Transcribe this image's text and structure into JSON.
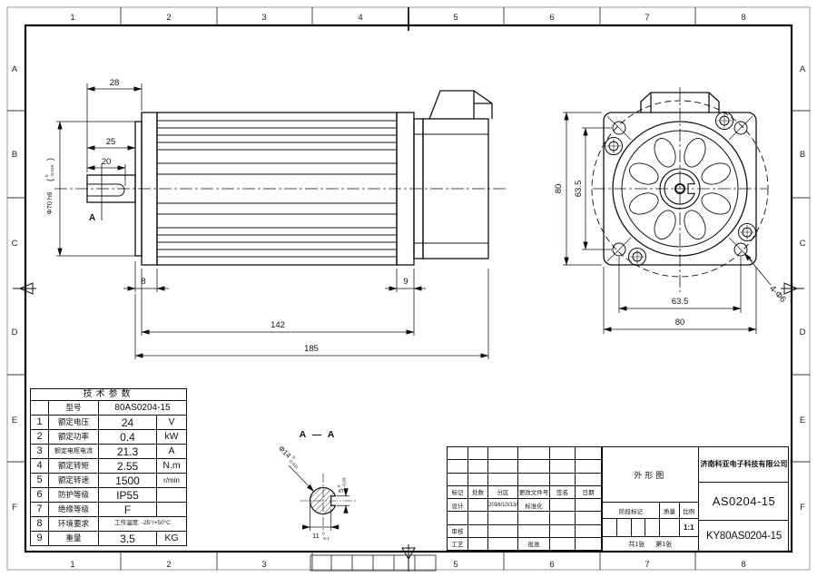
{
  "frame": {
    "zones_top": [
      "1",
      "2",
      "3",
      "4",
      "5",
      "6",
      "7",
      "8"
    ],
    "zones_bottom": [
      "1",
      "2",
      "3",
      "5",
      "6",
      "7",
      "8"
    ],
    "zones_left": [
      "A",
      "B",
      "C",
      "D",
      "E",
      "F"
    ],
    "zones_right": [
      "A",
      "B",
      "C",
      "D",
      "E",
      "F"
    ]
  },
  "dims": {
    "len28": "28",
    "len25": "25",
    "len20": "20",
    "dia70": "Φ70 h6",
    "paren_l": "(",
    "paren_r": ")",
    "dia70_u": "0",
    "dia70_l": "-0.019",
    "len8": "8",
    "len9": "9",
    "len142": "142",
    "len185": "185",
    "fv_v80": "80",
    "fv_v635": "63.5",
    "fv_h635": "63.5",
    "fv_h80": "80",
    "holes": "4-Φ6",
    "section_mark": "A",
    "section_title": "A — A",
    "dia14": "Φ14",
    "dia14_u": "0",
    "dia14_l": "-0.011",
    "key5": "5",
    "key5_u": "0",
    "key5_l": "-0.03",
    "key11": "11",
    "key11_u": "0",
    "key11_l": "-0.1"
  },
  "params": {
    "title": "技术参数",
    "model_label": "型号",
    "model_value": "80AS0204-15",
    "rows": [
      {
        "no": "1",
        "name": "额定电压",
        "value": "24",
        "unit": "V"
      },
      {
        "no": "2",
        "name": "额定功率",
        "value": "0.4",
        "unit": "kW"
      },
      {
        "no": "3",
        "name": "额定电枢电流",
        "value": "21.3",
        "unit": "A"
      },
      {
        "no": "4",
        "name": "额定转矩",
        "value": "2.55",
        "unit": "N.m"
      },
      {
        "no": "5",
        "name": "额定转速",
        "value": "1500",
        "unit": "r/min"
      },
      {
        "no": "6",
        "name": "防护等级",
        "value": "IP55",
        "unit": ""
      },
      {
        "no": "7",
        "name": "绝缘等级",
        "value": "F",
        "unit": ""
      },
      {
        "no": "8",
        "name": "环境要求",
        "value": "工作温度: -25°/+50°C",
        "unit": ""
      },
      {
        "no": "9",
        "name": "重量",
        "value": "3.5",
        "unit": "KG"
      }
    ]
  },
  "title_block": {
    "company": "济南科亚电子科技有限公司",
    "drawing_title": "外形图",
    "model": "AS0204-15",
    "drawing_no": "KY80AS0204-15",
    "rev_headers": [
      "标记",
      "处数",
      "分区",
      "更改文件号",
      "签名",
      "日期"
    ],
    "design": "设计",
    "design_date": "2016/10/13/",
    "standardize": "标准化",
    "check": "审核",
    "craft": "工艺",
    "approve": "批准",
    "stage": "阶段标记",
    "mass": "质量",
    "scale": "比例",
    "scale_value": "1:1",
    "sheets_total": "共1张",
    "sheet_no": "第1张"
  }
}
